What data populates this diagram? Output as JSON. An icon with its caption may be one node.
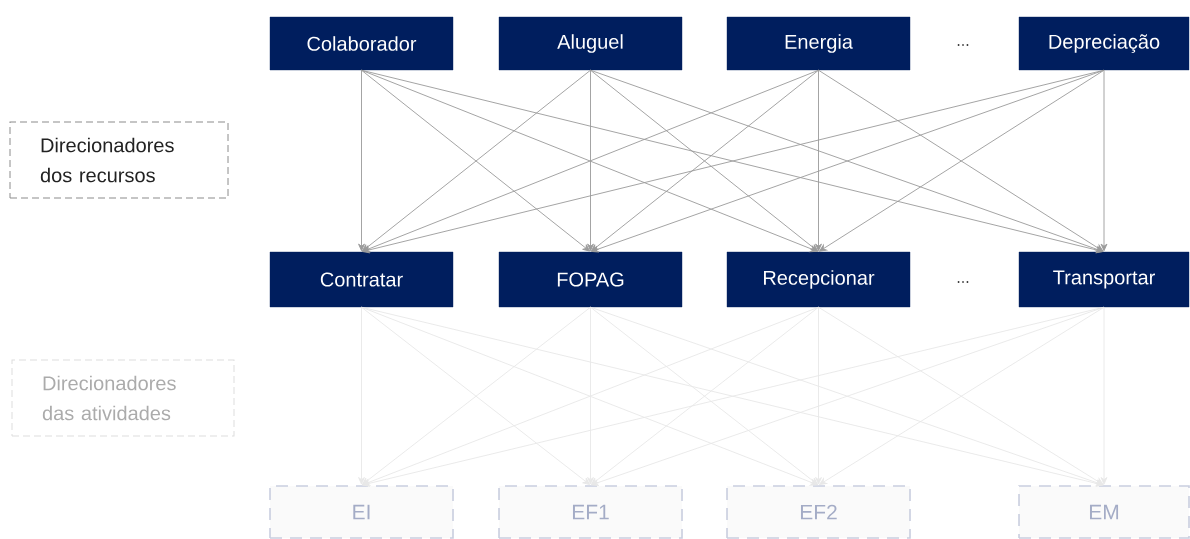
{
  "diagram": {
    "nodes": [
      {
        "text": [
          "Colaborador"
        ]
      },
      {
        "text": [
          "Aluguel"
        ]
      },
      {
        "text": [
          "Energia"
        ]
      },
      {
        "text": [
          "Depreciação"
        ]
      },
      {
        "text": [
          "Direcionadores dos recursos"
        ]
      },
      {
        "text": [
          "Contratar"
        ]
      },
      {
        "text": [
          "FOPAG"
        ]
      },
      {
        "text": [
          "Recepcionar"
        ]
      },
      {
        "text": [
          "Transportar"
        ]
      },
      {
        "text": [
          "Direcionadores das atividades"
        ]
      },
      {
        "text": [
          "EI"
        ]
      },
      {
        "text": [
          "EF1"
        ]
      },
      {
        "text": [
          "EF2"
        ]
      },
      {
        "text": [
          "EM"
        ]
      }
    ],
    "edges": [
      {
        "from": 0,
        "to": 5,
        "arrow": "to",
        "color": "#9a9a9a"
      },
      {
        "from": 0,
        "to": 6,
        "arrow": "to",
        "color": "#9a9a9a"
      },
      {
        "from": 0,
        "to": 7,
        "arrow": "to",
        "color": "#9a9a9a"
      },
      {
        "from": 0,
        "to": 8,
        "arrow": "to",
        "color": "#9a9a9a"
      },
      {
        "from": 1,
        "to": 5,
        "arrow": "to",
        "color": "#9a9a9a"
      },
      {
        "from": 1,
        "to": 6,
        "arrow": "to",
        "color": "#9a9a9a"
      },
      {
        "from": 1,
        "to": 7,
        "arrow": "to",
        "color": "#9a9a9a"
      },
      {
        "from": 1,
        "to": 8,
        "arrow": "to",
        "color": "#9a9a9a"
      },
      {
        "from": 2,
        "to": 5,
        "arrow": "to",
        "color": "#9a9a9a"
      },
      {
        "from": 2,
        "to": 6,
        "arrow": "to",
        "color": "#9a9a9a"
      },
      {
        "from": 2,
        "to": 7,
        "arrow": "to",
        "color": "#9a9a9a"
      },
      {
        "from": 2,
        "to": 8,
        "arrow": "to",
        "color": "#9a9a9a"
      },
      {
        "from": 3,
        "to": 5,
        "arrow": "to",
        "color": "#9a9a9a"
      },
      {
        "from": 3,
        "to": 6,
        "arrow": "to",
        "color": "#9a9a9a"
      },
      {
        "from": 3,
        "to": 7,
        "arrow": "to",
        "color": "#9a9a9a"
      },
      {
        "from": 3,
        "to": 8,
        "arrow": "to",
        "color": "#9a9a9a"
      },
      {
        "from": 5,
        "to": 10,
        "arrow": "to",
        "color": "#e8e8e8"
      },
      {
        "from": 5,
        "to": 11,
        "arrow": "to",
        "color": "#e8e8e8"
      },
      {
        "from": 5,
        "to": 12,
        "arrow": "to",
        "color": "#e8e8e8"
      },
      {
        "from": 5,
        "to": 13,
        "arrow": "to",
        "color": "#e8e8e8"
      },
      {
        "from": 6,
        "to": 10,
        "arrow": "to",
        "color": "#e8e8e8"
      },
      {
        "from": 6,
        "to": 11,
        "arrow": "to",
        "color": "#e8e8e8"
      },
      {
        "from": 6,
        "to": 12,
        "arrow": "to",
        "color": "#e8e8e8"
      },
      {
        "from": 6,
        "to": 13,
        "arrow": "to",
        "color": "#e8e8e8"
      },
      {
        "from": 7,
        "to": 10,
        "arrow": "to",
        "color": "#e8e8e8"
      },
      {
        "from": 7,
        "to": 11,
        "arrow": "to",
        "color": "#e8e8e8"
      },
      {
        "from": 7,
        "to": 12,
        "arrow": "to",
        "color": "#e8e8e8"
      },
      {
        "from": 7,
        "to": 13,
        "arrow": "to",
        "color": "#e8e8e8"
      },
      {
        "from": 8,
        "to": 10,
        "arrow": "to",
        "color": "#e8e8e8"
      },
      {
        "from": 8,
        "to": 11,
        "arrow": "to",
        "color": "#e8e8e8"
      },
      {
        "from": 8,
        "to": 12,
        "arrow": "to",
        "color": "#e8e8e8"
      },
      {
        "from": 8,
        "to": 13,
        "arrow": "to",
        "color": "#e8e8e8"
      }
    ],
    "labels": [
      "...",
      "..."
    ]
  }
}
